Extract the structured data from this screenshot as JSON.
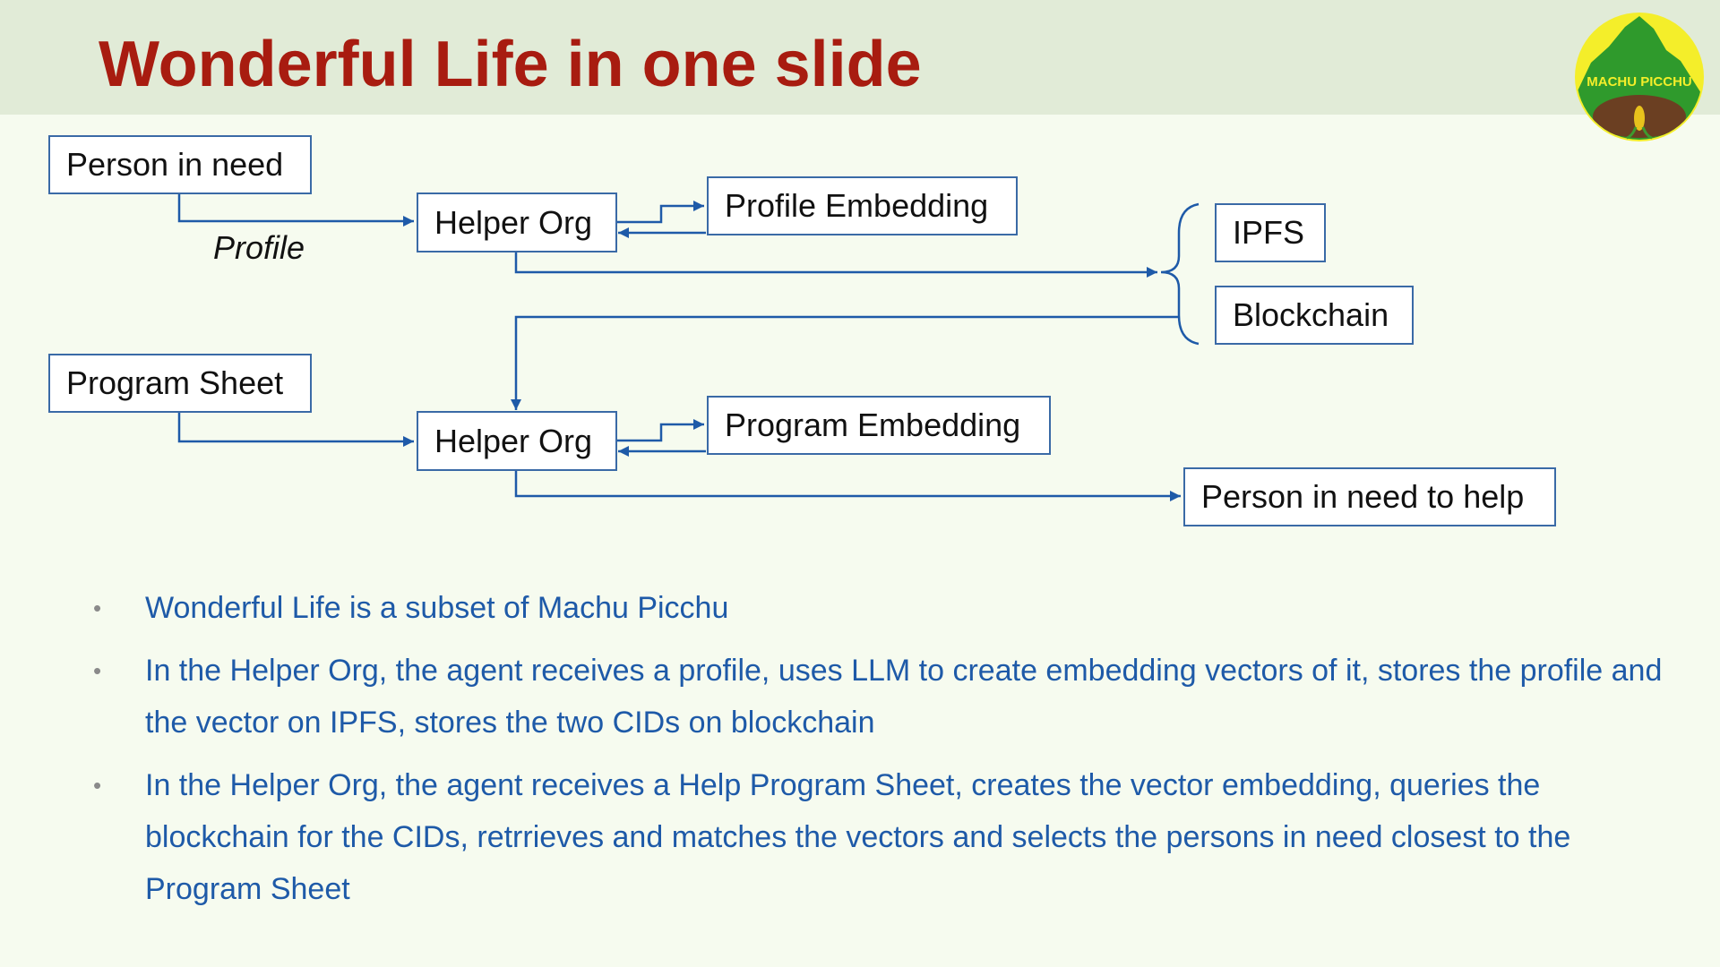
{
  "slide": {
    "title": "Wonderful Life in one slide",
    "logo_text": "MACHU PICCHU"
  },
  "diagram": {
    "nodes": {
      "person_in_need": "Person in need",
      "helper_org_1": "Helper Org",
      "profile_embedding": "Profile Embedding",
      "ipfs": "IPFS",
      "blockchain": "Blockchain",
      "program_sheet": "Program Sheet",
      "helper_org_2": "Helper Org",
      "program_embedding": "Program Embedding",
      "person_to_help": "Person in need to help"
    },
    "edge_labels": {
      "profile": "Profile"
    }
  },
  "bullets": [
    "Wonderful Life is a subset of Machu Picchu",
    "In the Helper Org, the agent receives a profile, uses LLM to create embedding vectors of it, stores the profile and the vector on IPFS, stores the two CIDs on blockchain",
    "In the Helper Org, the agent receives a Help Program Sheet, creates the vector embedding, queries the blockchain for the CIDs, retrrieves and matches the vectors and selects the persons in need closest to the Program Sheet"
  ],
  "colors": {
    "title": "#a81c10",
    "bullet_text": "#1e5aa8",
    "connector": "#1e5aa8",
    "box_border": "#3a6aa6"
  }
}
